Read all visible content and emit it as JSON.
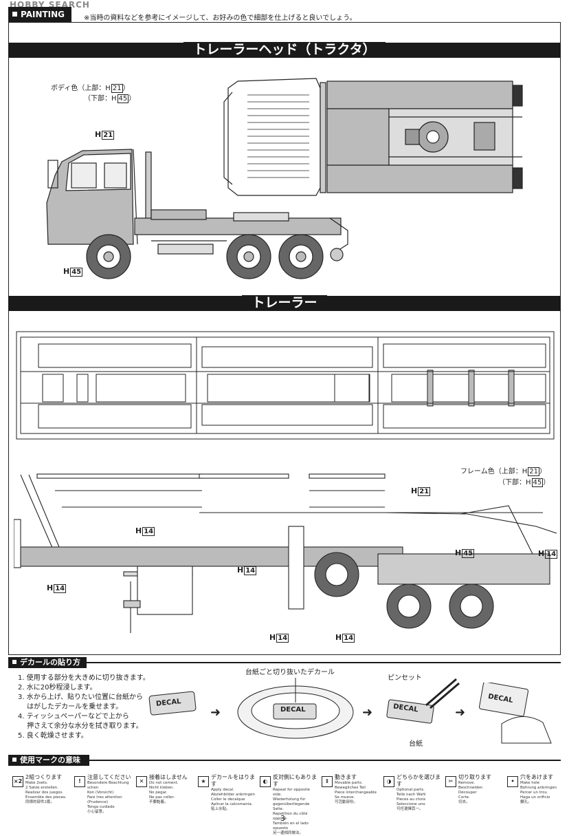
{
  "watermark": "HOBBY SEARCH",
  "painting_tab": "PAINTING",
  "painting_note": "※当時の資料などを参考にイメージして、お好みの色で細部を仕上げると良いでしょう。",
  "section_head": "トレーラーヘッド（トラクタ）",
  "section_trailer": "トレーラー",
  "body_color": {
    "title": "ボディ色",
    "upper": "上部：H",
    "upper_code": "21",
    "lower": "下部：H",
    "lower_code": "45"
  },
  "frame_color": {
    "title": "フレーム色",
    "upper": "上部：H",
    "upper_code": "21",
    "lower": "下部：H",
    "lower_code": "45"
  },
  "codes": {
    "h": "H",
    "c21": "21",
    "c45": "45",
    "c14": "14"
  },
  "decal": {
    "tab": "デカールの貼り方",
    "steps": [
      "1. 使用する部分を大きめに切り抜きます。",
      "2. 水に20秒程浸します。",
      "3. 水から上げ、貼りたい位置に台紙から",
      "　 はがしたデカールを乗せます。",
      "4. ティッシュペーパーなどで上から",
      "　 押さえて余分な水分を拭き取ります。",
      "5. 良く乾燥させます。"
    ],
    "label_sheet_cut": "台紙ごと切り抜いたデカール",
    "label_tweezers": "ピンセット",
    "label_backing": "台紙",
    "decal_word": "DECAL"
  },
  "marks": {
    "tab": "使用マークの意味",
    "items": [
      {
        "icon": "×2",
        "title": "2組つくります",
        "sub": [
          "Make 2sets.",
          "2 Satze erstellen.",
          "Realizar dos juegos.",
          "Ensemble des pieces.",
          "同様的部件2套。"
        ]
      },
      {
        "icon": "!",
        "title": "注意してください",
        "sub": [
          "Besondere Beachtung schen",
          "Kon (Vorsicht)",
          "Fare tres attention (Prudence)",
          "Tenga cuidado",
          "小心留意。"
        ]
      },
      {
        "icon": "✕",
        "title": "接着はしません",
        "sub": [
          "Do not cement.",
          "Nicht kleben.",
          "No pegar.",
          "Ne pas coller.",
          "不要黏着。"
        ]
      },
      {
        "icon": "★",
        "title": "デカールをはります",
        "sub": [
          "Apply decal.",
          "Abziehbilder anbringen",
          "Coller le decalque",
          "Aplicar la calcomania.",
          "贴上水贴。"
        ]
      },
      {
        "icon": "◐",
        "title": "反対側にもあります",
        "sub": [
          "Repeat for opposite side.",
          "Wiederholung für gegenüberliegende Seite.",
          "Repetition du côté opposé",
          "También en el lado opuesto",
          "另一邊相同做法。"
        ]
      },
      {
        "icon": "⇕",
        "title": "動きます",
        "sub": [
          "Movable parts.",
          "Bewegliches Teil",
          "Piece interchangeable",
          "Se mueve.",
          "可活動部份。"
        ]
      },
      {
        "icon": "◑",
        "title": "どちらかを選びます",
        "sub": [
          "Optional parts.",
          "Teile nach Wahl",
          "Pieces au choix",
          "Seleccione uno",
          "可任選擇其一。"
        ]
      },
      {
        "icon": "✂",
        "title": "切り取ります",
        "sub": [
          "Remove.",
          "Beschneiden",
          "Découper",
          "Corte.",
          "切去。"
        ]
      },
      {
        "icon": "•",
        "title": "穴をあけます",
        "sub": [
          "Make hole",
          "Bohrung anbringen",
          "Percer un trou",
          "Haga un orificio",
          "鑽孔。"
        ]
      }
    ]
  },
  "page_number": "3"
}
